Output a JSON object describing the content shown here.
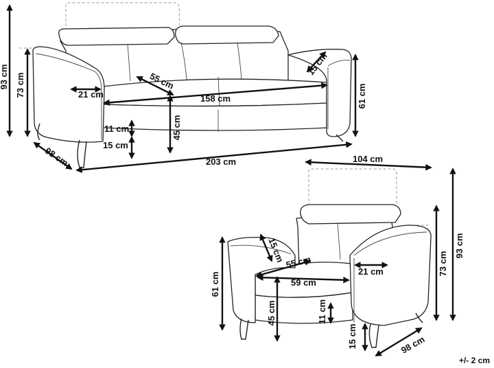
{
  "sofa": {
    "height_total": "93 cm",
    "height_armrest": "73 cm",
    "headrest_depth": "15 cm",
    "armrest_width": "21 cm",
    "seat_depth": "55 cm",
    "seat_width": "158 cm",
    "back_height": "61 cm",
    "seat_cushion": "11 cm",
    "leg_height": "15 cm",
    "seat_height": "45 cm",
    "depth": "98 cm",
    "width": "203 cm"
  },
  "armchair": {
    "width": "104 cm",
    "height_total": "93 cm",
    "height_armrest": "73 cm",
    "headrest_depth": "15 cm",
    "seat_depth": "55 cm",
    "seat_width": "59 cm",
    "armrest_width": "21 cm",
    "back_height": "61 cm",
    "seat_height": "45 cm",
    "seat_cushion": "11 cm",
    "leg_height": "15 cm",
    "depth": "98 cm"
  },
  "tolerance": "+/- 2 cm"
}
